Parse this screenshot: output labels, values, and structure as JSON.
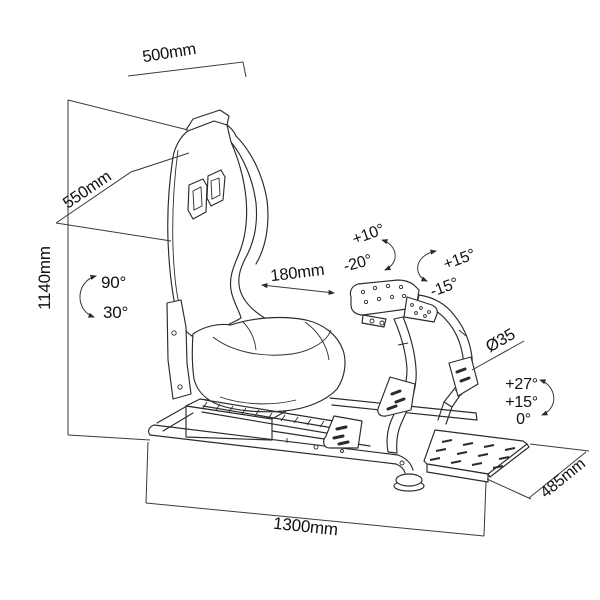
{
  "diagram": {
    "background_color": "#ffffff",
    "line_color": "#2b2b2b",
    "text_color": "#111111",
    "dimensions": {
      "seat_top_depth": "500mm",
      "backrest_width": "550mm",
      "overall_height": "1140mm",
      "seat_to_wheel_adjust": "180mm",
      "overall_length": "1300mm",
      "pedal_plate_depth": "485mm",
      "tube_diameter": "Ø35"
    },
    "angles": {
      "backrest_recline_max": "90°",
      "backrest_recline_min": "30°",
      "wheel_plate_tilt_up": "+10°",
      "wheel_plate_tilt_down": "-20°",
      "wheel_column_tilt_forward": "+15°",
      "wheel_column_tilt_back": "-15°",
      "pedal_plate_angle_max": "+27°",
      "pedal_plate_angle_mid": "+15°",
      "pedal_plate_angle_min": "0°"
    }
  }
}
